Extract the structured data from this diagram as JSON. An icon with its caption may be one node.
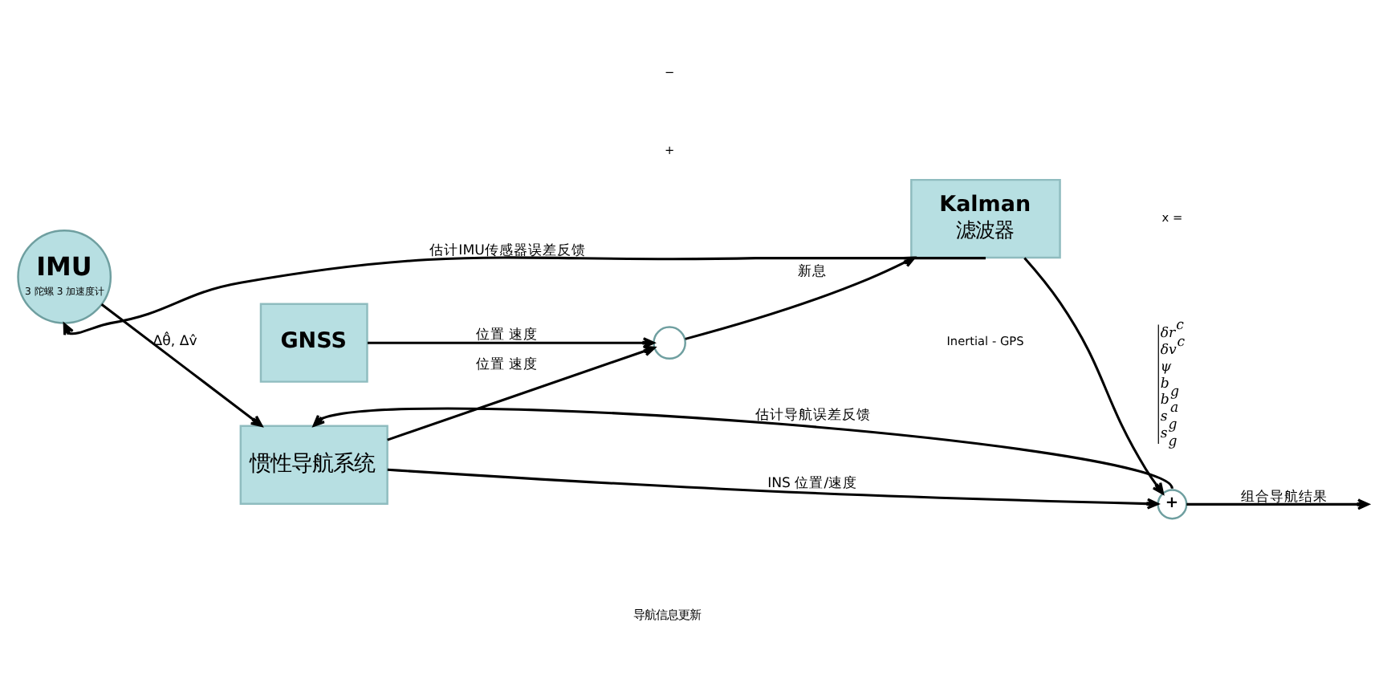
{
  "diagram": {
    "nodes": [
      {
        "text": [
          "IMU",
          "3 陀螺 3 加速度计"
        ]
      },
      {
        "text": [
          "惯性导航系统"
        ]
      },
      {
        "text": [
          "+"
        ]
      },
      {
        "text": [
          "GNSS"
        ]
      },
      {
        "text": [],
        "shape": "circle"
      },
      {
        "text": [
          "Kalman",
          "滤波器"
        ]
      }
    ],
    "edges": [
      {
        "from": 0,
        "to": 1,
        "arrow": "to",
        "label": "Δθ̂, Δv̂"
      },
      {
        "from": 1,
        "to": 2,
        "arrow": "to",
        "label": "INS 位置/速度"
      },
      {
        "from": 2,
        "to": 1,
        "arrow": "to",
        "label": "估计导航误差反馈"
      },
      {
        "from": 1,
        "to": 4,
        "arrow": "to",
        "label": "位置 速度"
      },
      {
        "from": 3,
        "to": 4,
        "arrow": "to",
        "label": "位置 速度"
      },
      {
        "from": 4,
        "to": 5,
        "arrow": "to",
        "label": "新息"
      },
      {
        "from": 5,
        "to": 2,
        "arrow": "to"
      },
      {
        "from": 5,
        "to": 0,
        "arrow": "to",
        "label": "估计IMU传感器误差反馈"
      },
      {
        "from": 2,
        "to": null,
        "arrow": "to",
        "label": "组合导航结果"
      }
    ],
    "labels": [
      "导航信息更新",
      "+",
      "−",
      "Inertial - GPS",
      "x =",
      "δr$^{c}$",
      "δv$^{c}$",
      "ψ",
      "b$_{g}$",
      "b$_{a}$",
      "s$_{g}$",
      "s$_{g}$"
    ]
  }
}
